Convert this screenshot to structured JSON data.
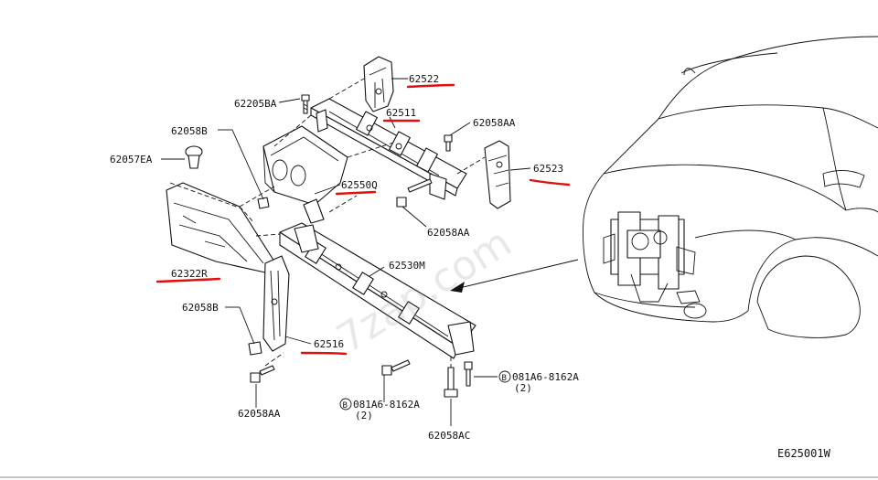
{
  "diagram": {
    "labels": {
      "p62522": "62522",
      "p62511": "62511",
      "p62205BA": "62205BA",
      "p62058B_top": "62058B",
      "p62058AA_top": "62058AA",
      "p62057EA": "62057EA",
      "p62523": "62523",
      "p62550Q": "62550Q",
      "p62058AA_mid": "62058AA",
      "p62322R": "62322R",
      "p62530M": "62530M",
      "p62058B_bot": "62058B",
      "p62516": "62516",
      "p62058AA_bot": "62058AA",
      "bolt_left_code": "081A6-8162A",
      "bolt_left_qty": "(2)",
      "bolt_right_code": "081A6-8162A",
      "bolt_right_qty": "(2)",
      "p62058AC": "62058AC",
      "bolt_marker": "B",
      "diagram_code": "E625001W"
    },
    "watermark": "7zap.com",
    "colors": {
      "line": "#111111",
      "highlight": "#e01010",
      "background": "#ffffff"
    }
  }
}
